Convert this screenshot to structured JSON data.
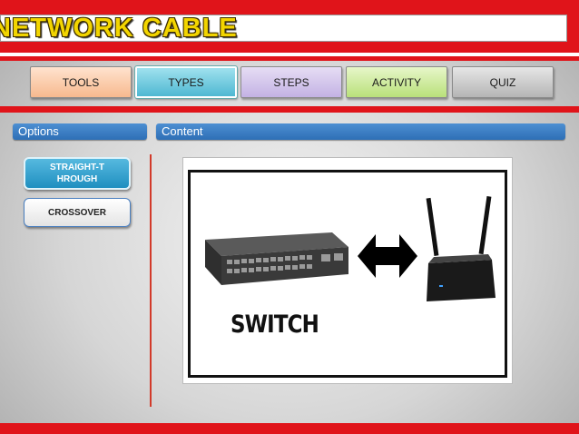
{
  "header": {
    "title": "NETWORK CABLE"
  },
  "nav": {
    "tabs": [
      {
        "label": "TOOLS"
      },
      {
        "label": "TYPES"
      },
      {
        "label": "STEPS"
      },
      {
        "label": "ACTIVITY"
      },
      {
        "label": "QUIZ"
      }
    ]
  },
  "options": {
    "header": "Options",
    "buttons": [
      {
        "label": "STRAIGHT-THROUGH",
        "selected": true
      },
      {
        "label": "CROSSOVER",
        "selected": false
      }
    ]
  },
  "content": {
    "header": "Content",
    "image_caption": "SWITCH",
    "icons": [
      "network-switch-icon",
      "double-arrow-icon",
      "router-icon"
    ]
  },
  "colors": {
    "brand_red": "#e0141a",
    "title_yellow": "#f2d500",
    "header_blue": "#2e6fb6"
  }
}
